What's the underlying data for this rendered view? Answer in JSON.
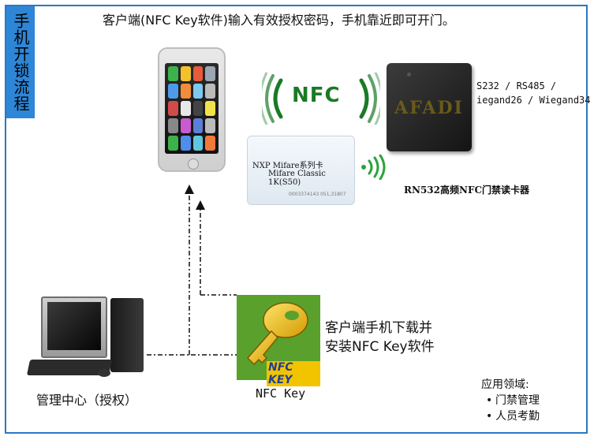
{
  "side_label": "手机开锁流程",
  "top_title": "客户端(NFC Key软件)输入有效授权密码，手机靠近即可开门。",
  "nfc_label": "NFC",
  "card": {
    "line1": "NXP Mifare系列卡",
    "line2": "Mifare Classic 1K(S50)",
    "number": "0003374143  051,31807"
  },
  "reader": {
    "brand": "AFADI",
    "interfaces_line1": "S232 / RS485 /",
    "interfaces_line2": "iegand26 / Wiegand34",
    "caption": "RN532高频NFC门禁读卡器"
  },
  "pc_caption": "管理中心（授权）",
  "key": {
    "box_text": "NFC KEY",
    "caption": "NFC Key"
  },
  "download": {
    "line1": "客户端手机下载并",
    "line2": "安装NFC Key软件"
  },
  "app_area": {
    "title": "应用领域:",
    "items": [
      "门禁管理",
      "人员考勤"
    ]
  },
  "colors": {
    "frame": "#2b78c4",
    "side_label_bg": "#2e86d6",
    "nfc_green": "#1a7a25",
    "key_bg": "#5aa02c",
    "key_gold": "#f2c400"
  },
  "icons": [
    "phone-icon",
    "nfc-waves-icon",
    "card-icon",
    "reader-icon",
    "computer-icon",
    "key-icon",
    "wifi-signal-icon"
  ]
}
